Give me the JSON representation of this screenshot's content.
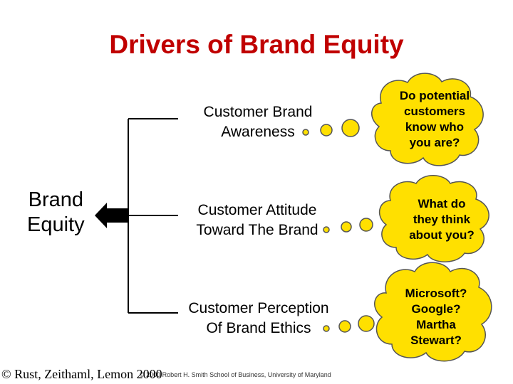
{
  "title": "Drivers of Brand Equity",
  "brand_equity": {
    "line1": "Brand",
    "line2": "Equity"
  },
  "drivers": [
    {
      "line1": "Customer Brand",
      "line2": "Awareness"
    },
    {
      "line1": "Customer Attitude",
      "line2": "Toward The Brand"
    },
    {
      "line1": "Customer Perception",
      "line2": "Of Brand Ethics"
    }
  ],
  "clouds": [
    {
      "lines": [
        "Do potential",
        "customers",
        "know who",
        "you are?"
      ]
    },
    {
      "lines": [
        "What do",
        "they think",
        "about you?"
      ]
    },
    {
      "lines": [
        "Microsoft?",
        "Google?",
        "Martha",
        "Stewart?"
      ]
    }
  ],
  "footer": {
    "copyright": "© Rust, Zeithaml, Lemon 2000",
    "institution": "© 2000 Robert H. Smith School of Business, University of Maryland"
  },
  "colors": {
    "title": "#c00000",
    "cloud_fill": "#ffe000",
    "cloud_stroke": "#555555"
  }
}
